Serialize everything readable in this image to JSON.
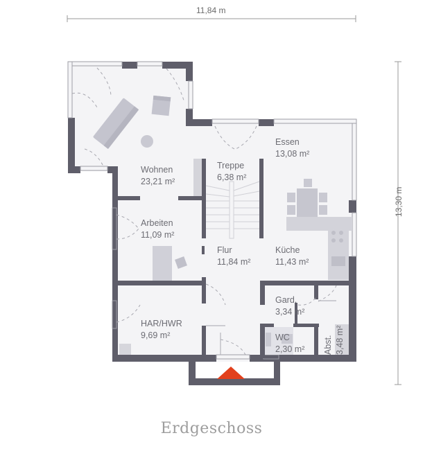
{
  "plan": {
    "title": "Erdgeschoss",
    "dimensions": {
      "width": "11,84 m",
      "height": "13,30 m"
    },
    "rooms": [
      {
        "name": "Wohnen",
        "area": "23,21 m²"
      },
      {
        "name": "Treppe",
        "area": "6,38 m²"
      },
      {
        "name": "Essen",
        "area": "13,08 m²"
      },
      {
        "name": "Arbeiten",
        "area": "11,09 m²"
      },
      {
        "name": "Flur",
        "area": "11,84 m²"
      },
      {
        "name": "Küche",
        "area": "11,43 m²"
      },
      {
        "name": "HAR/HWR",
        "area": "9,69 m²"
      },
      {
        "name": "Gard.",
        "area": "3,34 m²"
      },
      {
        "name": "WC",
        "area": "2,30 m²"
      },
      {
        "name": "Abst.",
        "area": "3,48 m²"
      }
    ],
    "entrance_marker": "entrance-arrow",
    "colors": {
      "wall": "#5f5e6a",
      "floor": "#f4f4f6",
      "furniture": "#c9c9d2",
      "entrance": "#e2401c",
      "dimension_line": "#9a9a9a"
    }
  }
}
